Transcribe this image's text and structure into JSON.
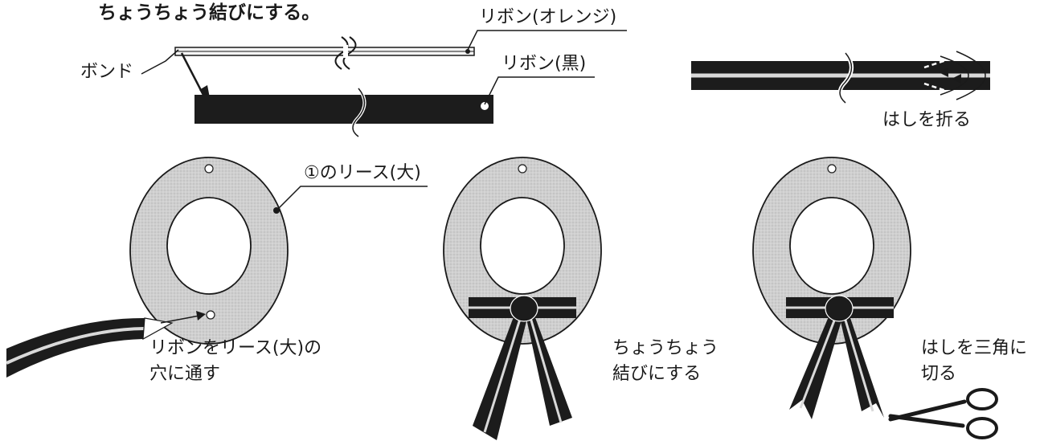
{
  "heading": "ちょうちょう結びにする。",
  "labels": {
    "ribbon_orange": "リボン(オレンジ)",
    "bond": "ボンド",
    "ribbon_black": "リボン(黒)",
    "fold_ends": "はしを折る",
    "wreath_large": "①のリース(大)",
    "step1_line1": "リボンをリース(大)の",
    "step1_line2": "穴に通す",
    "step2_line1": "ちょうちょう",
    "step2_line2": "結びにする",
    "step3_line1": "はしを三角に",
    "step3_line2": "切る"
  },
  "colors": {
    "ribbon_dark": "#1c1c1c",
    "stripe": "#d9d9d9",
    "wreath_fill": "#d4d4d4",
    "line": "#1a1a1a"
  }
}
